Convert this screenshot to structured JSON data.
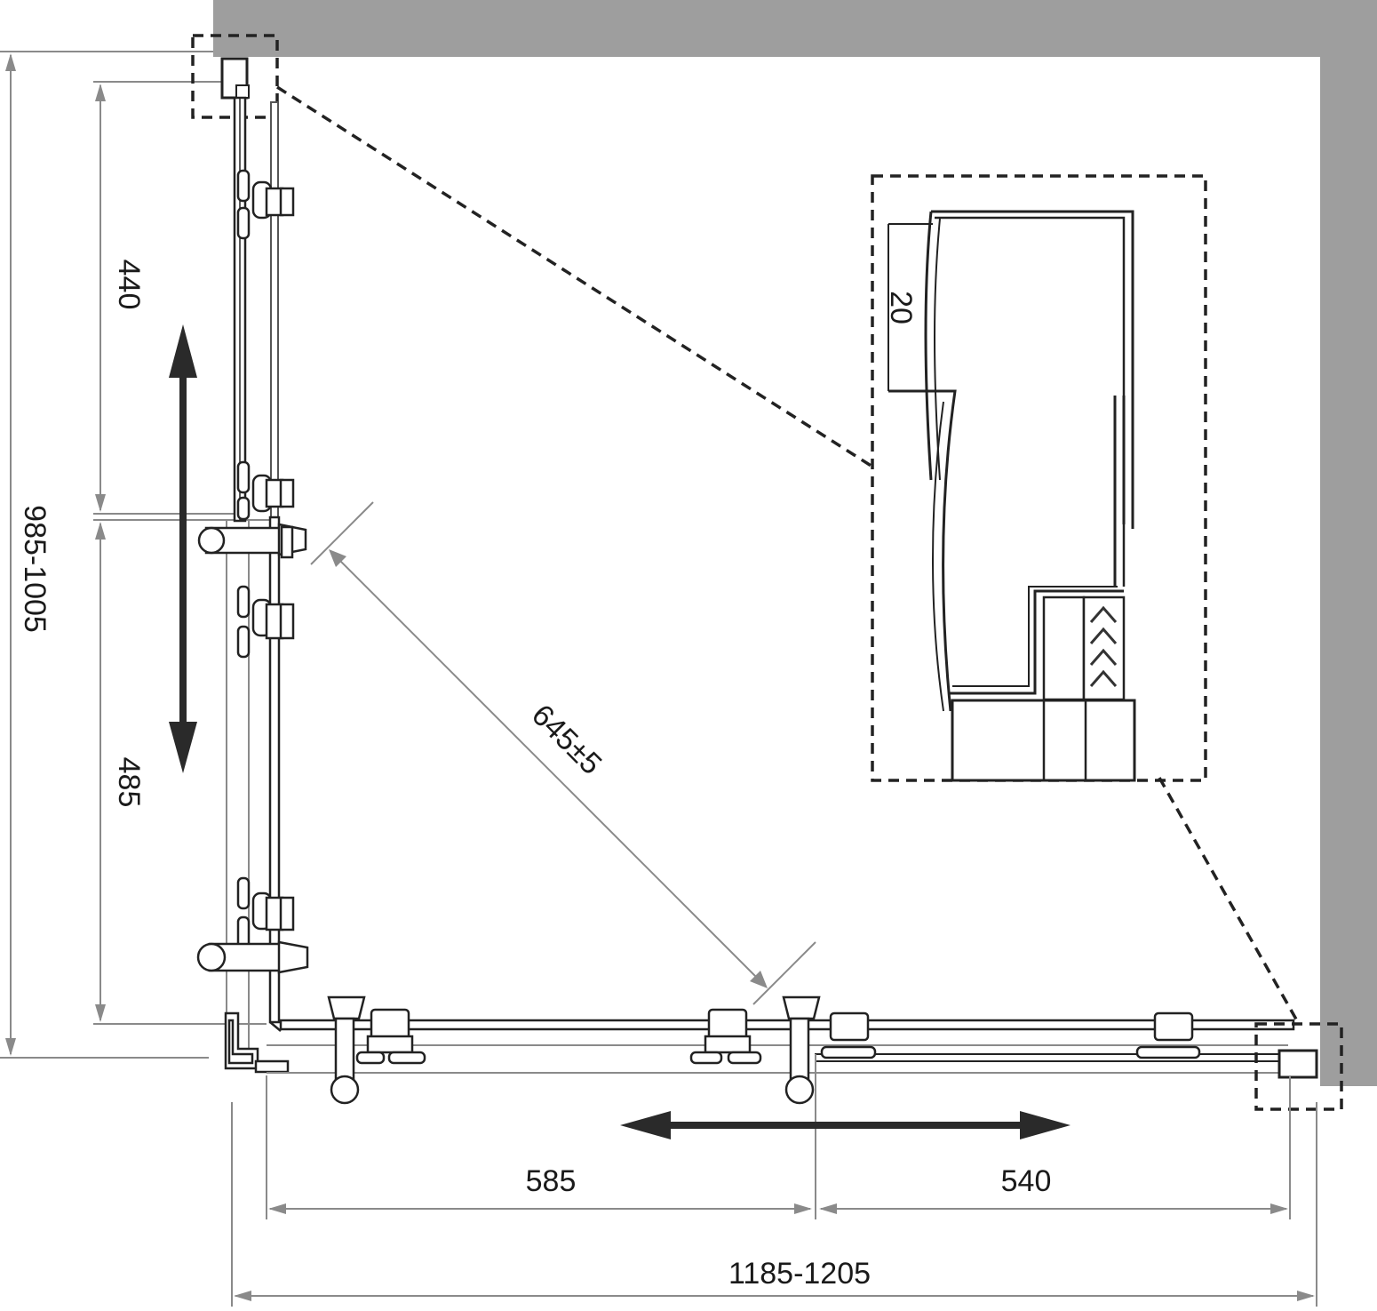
{
  "dimensions": {
    "left_total": "985-1005",
    "upper_panel": "440",
    "lower_panel": "485",
    "diagonal": "645±5",
    "detail_height": "20",
    "bottom_left": "585",
    "bottom_right": "540",
    "bottom_total": "1185-1205"
  },
  "colors": {
    "wall": "#9e9e9e",
    "line": "#222222",
    "dimension_line": "#8a8a8a"
  }
}
